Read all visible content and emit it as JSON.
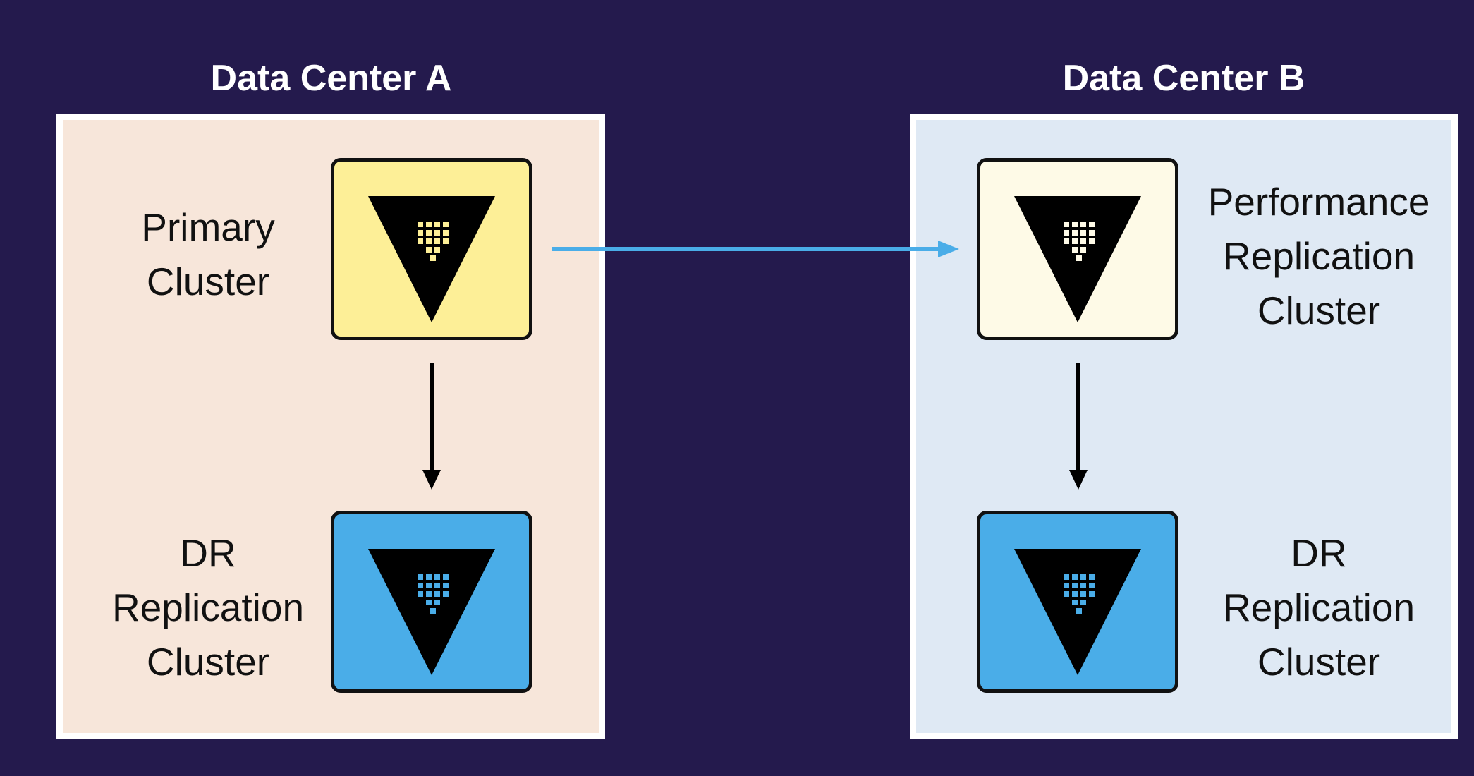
{
  "data_centers": [
    {
      "title": "Data Center A",
      "background": "#f7e6da",
      "nodes": [
        {
          "label": "Primary\nCluster",
          "fill": "#fdef97",
          "grid_color": "#fdef97",
          "icon": "vault-triangle-icon"
        },
        {
          "label": "DR\nReplication\nCluster",
          "fill": "#4aade8",
          "grid_color": "#4aade8",
          "icon": "vault-triangle-icon"
        }
      ]
    },
    {
      "title": "Data Center B",
      "background": "#dfe9f4",
      "nodes": [
        {
          "label": "Performance\nReplication\nCluster",
          "fill": "#fefae7",
          "grid_color": "#fefae7",
          "icon": "vault-triangle-icon"
        },
        {
          "label": "DR\nReplication\nCluster",
          "fill": "#4aade8",
          "grid_color": "#4aade8",
          "icon": "vault-triangle-icon"
        }
      ]
    }
  ],
  "colors": {
    "page_background": "#241a4d",
    "box_border": "#ffffff",
    "performance_arrow": "#4aade8",
    "dr_arrow": "#000000"
  }
}
